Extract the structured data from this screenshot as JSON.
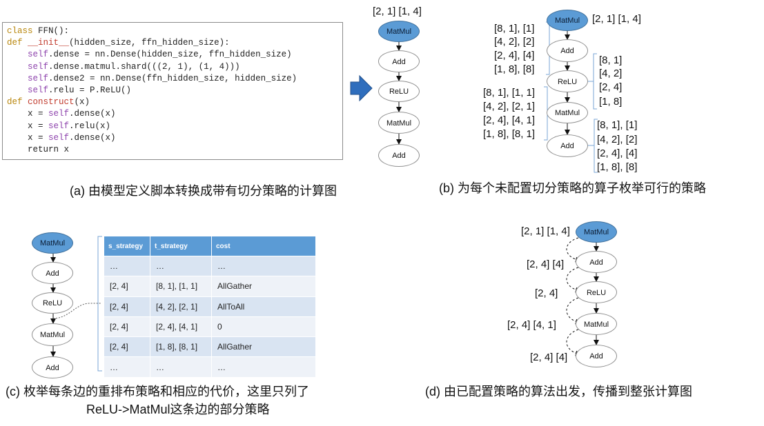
{
  "code": {
    "lines": [
      [
        {
          "t": "class",
          "c": "kw"
        },
        {
          "t": " FFN():",
          "c": "plain"
        }
      ],
      [
        {
          "t": "def",
          "c": "kw"
        },
        {
          "t": " __init__",
          "c": "kw2"
        },
        {
          "t": "(hidden_size, ffn_hidden_size):",
          "c": "plain"
        }
      ],
      [
        {
          "t": "    ",
          "c": "plain"
        },
        {
          "t": "self",
          "c": "slf"
        },
        {
          "t": ".dense = nn.Dense(hidden_size, ffn_hidden_size)",
          "c": "plain"
        }
      ],
      [
        {
          "t": "    ",
          "c": "plain"
        },
        {
          "t": "self",
          "c": "slf"
        },
        {
          "t": ".dense.matmul.shard(((2, 1), (1, 4)))",
          "c": "plain"
        }
      ],
      [
        {
          "t": "    ",
          "c": "plain"
        },
        {
          "t": "self",
          "c": "slf"
        },
        {
          "t": ".dense2 = nn.Dense(ffn_hidden_size, hidden_size)",
          "c": "plain"
        }
      ],
      [
        {
          "t": "    ",
          "c": "plain"
        },
        {
          "t": "self",
          "c": "slf"
        },
        {
          "t": ".relu = P.ReLU()",
          "c": "plain"
        }
      ],
      [
        {
          "t": "def",
          "c": "kw"
        },
        {
          "t": " construct",
          "c": "kw2"
        },
        {
          "t": "(x)",
          "c": "plain"
        }
      ],
      [
        {
          "t": "    x = ",
          "c": "plain"
        },
        {
          "t": "self",
          "c": "slf"
        },
        {
          "t": ".dense(x)",
          "c": "plain"
        }
      ],
      [
        {
          "t": "    x = ",
          "c": "plain"
        },
        {
          "t": "self",
          "c": "slf"
        },
        {
          "t": ".relu(x)",
          "c": "plain"
        }
      ],
      [
        {
          "t": "    x = ",
          "c": "plain"
        },
        {
          "t": "self",
          "c": "slf"
        },
        {
          "t": ".dense(x)",
          "c": "plain"
        }
      ],
      [
        {
          "t": "    return x",
          "c": "plain"
        }
      ]
    ]
  },
  "ops": {
    "matmul": "MatMul",
    "add": "Add",
    "relu": "ReLU"
  },
  "panel_a": {
    "top_label": "[2, 1] [1, 4]",
    "caption": "(a) 由模型定义脚本转换成带有切分策略的计算图"
  },
  "panel_b": {
    "top_label": "[2, 1] [1, 4]",
    "add1_strategies": [
      "[8, 1], [1]",
      "[4, 2], [2]",
      "[2, 4], [4]",
      "[1, 8], [8]"
    ],
    "relu_strategies": [
      "[8, 1]",
      "[4, 2]",
      "[2, 4]",
      "[1, 8]"
    ],
    "matmul_strategies": [
      "[8, 1], [1, 1]",
      "[4, 2], [2, 1]",
      "[2, 4], [4, 1]",
      "[1, 8], [8, 1]"
    ],
    "add2_strategies": [
      "[8, 1], [1]",
      "[4, 2], [2]",
      "[2, 4], [4]",
      "[1, 8], [8]"
    ],
    "caption": "(b) 为每个未配置切分策略的算子枚举可行的策略"
  },
  "panel_c": {
    "table": {
      "headers": [
        "s_strategy",
        "t_strategy",
        "cost"
      ],
      "rows": [
        [
          "…",
          "…",
          "…"
        ],
        [
          "[2, 4]",
          "[8, 1], [1, 1]",
          "AllGather"
        ],
        [
          "[2, 4]",
          "[4, 2], [2, 1]",
          "AllToAll"
        ],
        [
          "[2, 4]",
          "[2, 4], [4, 1]",
          "0"
        ],
        [
          "[2, 4]",
          "[1, 8], [8, 1]",
          "AllGather"
        ],
        [
          "…",
          "…",
          "…"
        ]
      ]
    },
    "caption_line1": "(c) 枚举每条边的重排布策略和相应的代价，这里只列了",
    "caption_line2": "ReLU->MatMul这条边的部分策略"
  },
  "panel_d": {
    "labels": [
      "[2, 1] [1, 4]",
      "[2, 4] [4]",
      "[2, 4]",
      "[2, 4] [4, 1]",
      "[2, 4] [4]"
    ],
    "caption": "(d) 由已配置策略的算法出发，传播到整张计算图"
  },
  "colors": {
    "node_fill": "#5b9bd5",
    "arrow": "#2f6ebd",
    "table_header": "#5b9bd5",
    "table_odd": "#d9e4f2",
    "table_even": "#eef2f8"
  }
}
